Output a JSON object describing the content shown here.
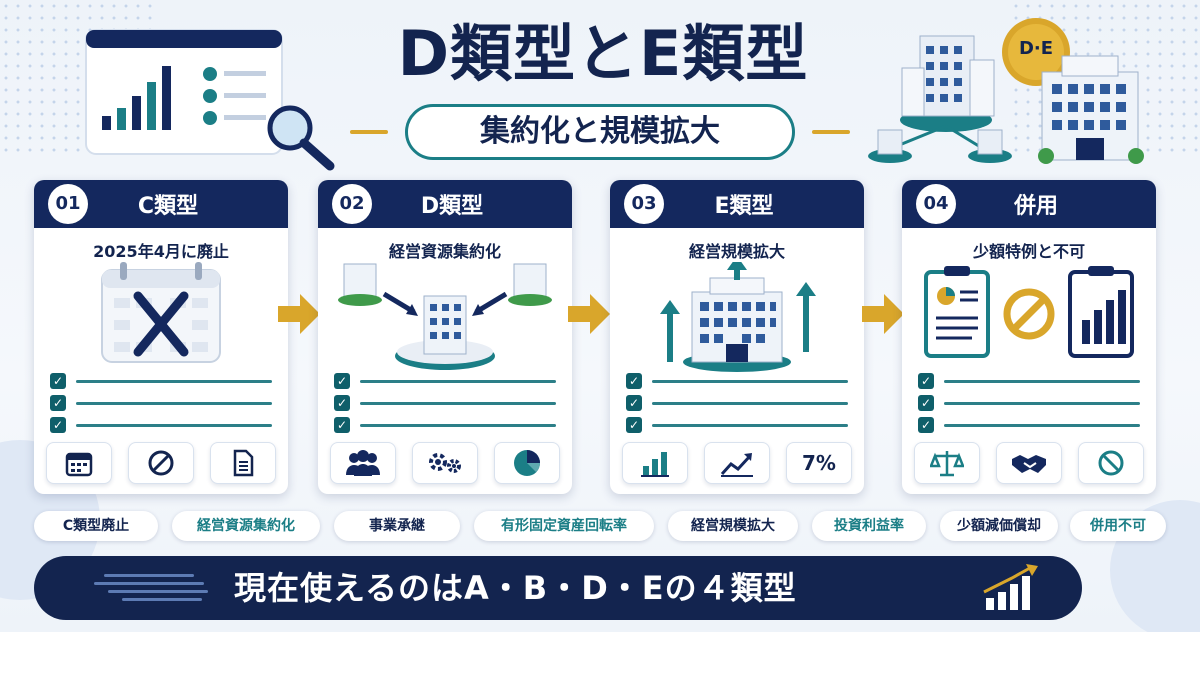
{
  "header": {
    "title": "D類型とE類型",
    "subtitle": "集約化と規模拡大",
    "badge": "D·E"
  },
  "cards": [
    {
      "number": "01",
      "title": "C類型",
      "subtitle": "2025年4月に廃止",
      "tiles": [
        "calendar-icon",
        "prohibited-icon",
        "document-icon"
      ]
    },
    {
      "number": "02",
      "title": "D類型",
      "subtitle": "経営資源集約化",
      "tiles": [
        "people-icon",
        "gears-icon",
        "pie-chart-icon"
      ]
    },
    {
      "number": "03",
      "title": "E類型",
      "subtitle": "経営規模拡大",
      "tiles": [
        "bar-chart-icon",
        "trend-up-icon",
        "7%"
      ]
    },
    {
      "number": "04",
      "title": "併用",
      "subtitle": "少額特例と不可",
      "tiles": [
        "scale-icon",
        "handshake-icon",
        "prohibited-icon"
      ]
    }
  ],
  "pills": [
    {
      "label": "C類型廃止",
      "color": "#13244f"
    },
    {
      "label": "経営資源集約化",
      "color": "#1b7e86"
    },
    {
      "label": "事業承継",
      "color": "#13244f"
    },
    {
      "label": "有形固定資産回転率",
      "color": "#1b7e86"
    },
    {
      "label": "経営規模拡大",
      "color": "#13244f"
    },
    {
      "label": "投資利益率",
      "color": "#1b7e86"
    },
    {
      "label": "少額減価償却",
      "color": "#13244f"
    },
    {
      "label": "併用不可",
      "color": "#1b7e86"
    }
  ],
  "banner": {
    "text": "現在使えるのはA・B・D・Eの４類型"
  },
  "colors": {
    "navy": "#13244f",
    "teal": "#1b7e86",
    "gold": "#d9a62b"
  }
}
